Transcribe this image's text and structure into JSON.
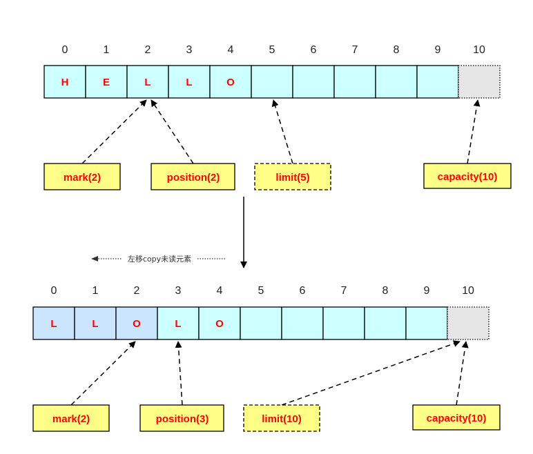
{
  "colors": {
    "cell": "#ccffff",
    "cell_shifted": "#cce5ff",
    "cell_capacity": "#e6e6e6",
    "label_bg": "#ffff88",
    "text_red": "#ff0000",
    "stroke": "#000000"
  },
  "before": {
    "indices": [
      "0",
      "1",
      "2",
      "3",
      "4",
      "5",
      "6",
      "7",
      "8",
      "9",
      "10"
    ],
    "cells": [
      "H",
      "E",
      "L",
      "L",
      "O",
      "",
      "",
      "",
      "",
      ""
    ],
    "labels": {
      "mark": "mark(2)",
      "position": "position(2)",
      "limit": "limit(5)",
      "capacity": "capacity(10)"
    }
  },
  "compact_note": "左移copy未读元素",
  "after": {
    "indices": [
      "0",
      "1",
      "2",
      "3",
      "4",
      "5",
      "6",
      "7",
      "8",
      "9",
      "10"
    ],
    "cells": [
      "L",
      "L",
      "O",
      "L",
      "O",
      "",
      "",
      "",
      "",
      ""
    ],
    "labels": {
      "mark": "mark(2)",
      "position": "position(3)",
      "limit": "limit(10)",
      "capacity": "capacity(10)"
    }
  }
}
